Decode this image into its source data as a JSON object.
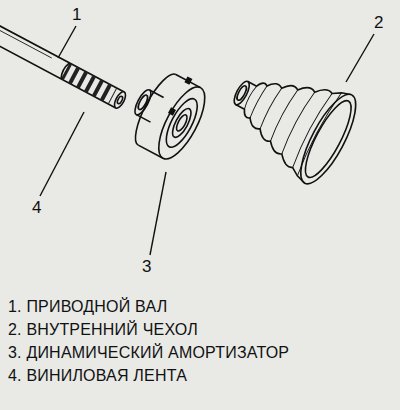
{
  "diagram": {
    "labels": [
      "1",
      "2",
      "3",
      "4",
      "1. ПРИВОДНОЙ ВАЛ",
      "2. ВНУТРЕННИЙ ЧЕХОЛ",
      "3. ДИНАМИЧЕСКИЙ АМОРТИЗАТОР",
      "4. ВИНИЛОВАЯ ЛЕНТА"
    ]
  }
}
